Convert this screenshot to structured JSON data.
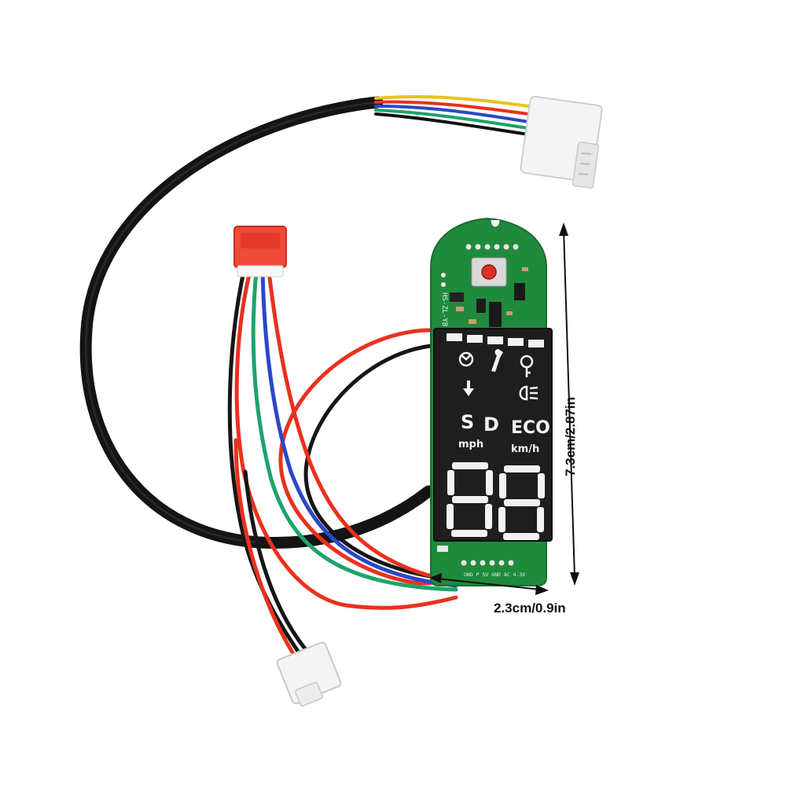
{
  "display": {
    "mode_labels": {
      "s": "S",
      "d": "D",
      "eco": "ECO"
    },
    "unit_mph": "mph",
    "unit_kmh": "km/h",
    "speed_digits": "88"
  },
  "pcb": {
    "board_code": "HS-ZL-YB",
    "pin_labels": "GND P 5V GND AC 4.3V"
  },
  "dimensions": {
    "height": "7.3cm/2.87in",
    "width": "2.3cm/0.9in"
  },
  "colors": {
    "pcb_green": "#1f8a3c",
    "lcd_black": "#1e1e1e",
    "wire_red": "#e8321e",
    "wire_green": "#1fa36b",
    "wire_blue": "#2a48c8",
    "cable_black": "#141414",
    "connector_red": "#f04a3a",
    "connector_white": "#f4f4f4"
  },
  "icons": [
    "eco-leaf-icon",
    "wrench-icon",
    "temperature-icon",
    "cruise-icon",
    "headlight-icon"
  ]
}
